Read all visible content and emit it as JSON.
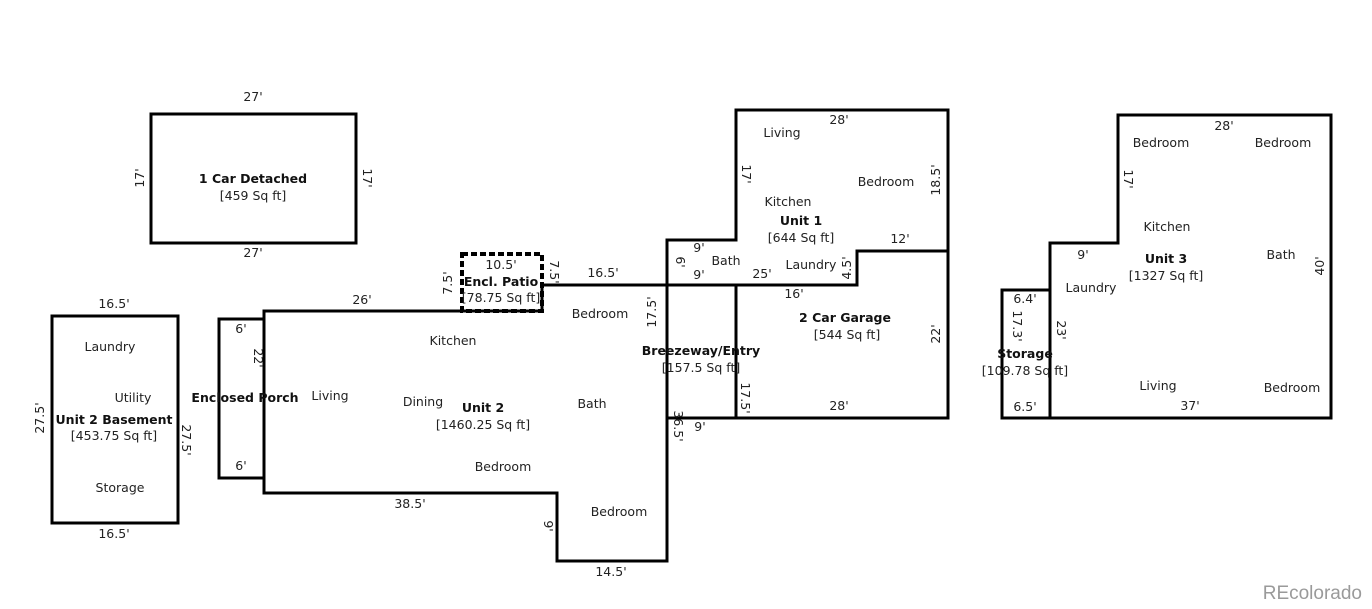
{
  "rooms": {
    "car_detached": {
      "name": "1 Car Detached",
      "area": "[459 Sq ft]",
      "dims": [
        "27'",
        "27'",
        "17'",
        "17'"
      ]
    },
    "unit2_basement": {
      "name": "Unit 2 Basement",
      "area": "[453.75 Sq ft]",
      "dims": [
        "16.5'",
        "16.5'",
        "27.5'",
        "27.5'"
      ],
      "rooms": [
        "Laundry",
        "Utility",
        "Storage"
      ]
    },
    "enclosed_porch": {
      "name": "Enclosed Porch",
      "dims": [
        "6'",
        "6'",
        "22'"
      ]
    },
    "encl_patio": {
      "name": "Encl. Patio",
      "area": "[78.75 Sq ft]",
      "dims": [
        "10.5'",
        "7.5'",
        "7.5'"
      ]
    },
    "unit2": {
      "name": "Unit 2",
      "area": "[1460.25 Sq ft]",
      "dims": [
        "26'",
        "16.5'",
        "38.5'",
        "9'",
        "14.5'",
        "36.5'",
        "9'"
      ],
      "rooms": [
        "Kitchen",
        "Living",
        "Dining",
        "Bedroom",
        "Bath",
        "Bedroom",
        "Bedroom"
      ]
    },
    "breezeway": {
      "name": "Breezeway/Entry",
      "area": "[157.5 Sq ft]",
      "dims": [
        "17.5'",
        "17.5'"
      ]
    },
    "unit1": {
      "name": "Unit 1",
      "area": "[644 Sq ft]",
      "dims": [
        "28'",
        "17'",
        "18.5'",
        "12'",
        "4.5'",
        "25'",
        "9'",
        "9'",
        "6'"
      ],
      "rooms": [
        "Living",
        "Kitchen",
        "Bedroom",
        "Bath",
        "Laundry"
      ]
    },
    "garage": {
      "name": "2 Car Garage",
      "area": "[544 Sq ft]",
      "dims": [
        "16'",
        "22'",
        "28'"
      ]
    },
    "storage": {
      "name": "Storage",
      "area": "[109.78 Sq ft]",
      "dims": [
        "6.4'",
        "6.5'",
        "17.3'"
      ]
    },
    "unit3": {
      "name": "Unit 3",
      "area": "[1327 Sq ft]",
      "dims": [
        "28'",
        "17'",
        "9'",
        "23'",
        "40'",
        "37'"
      ],
      "rooms": [
        "Bedroom",
        "Bedroom",
        "Kitchen",
        "Bath",
        "Laundry",
        "Living",
        "Bedroom"
      ]
    }
  },
  "watermark": "REcolorado"
}
